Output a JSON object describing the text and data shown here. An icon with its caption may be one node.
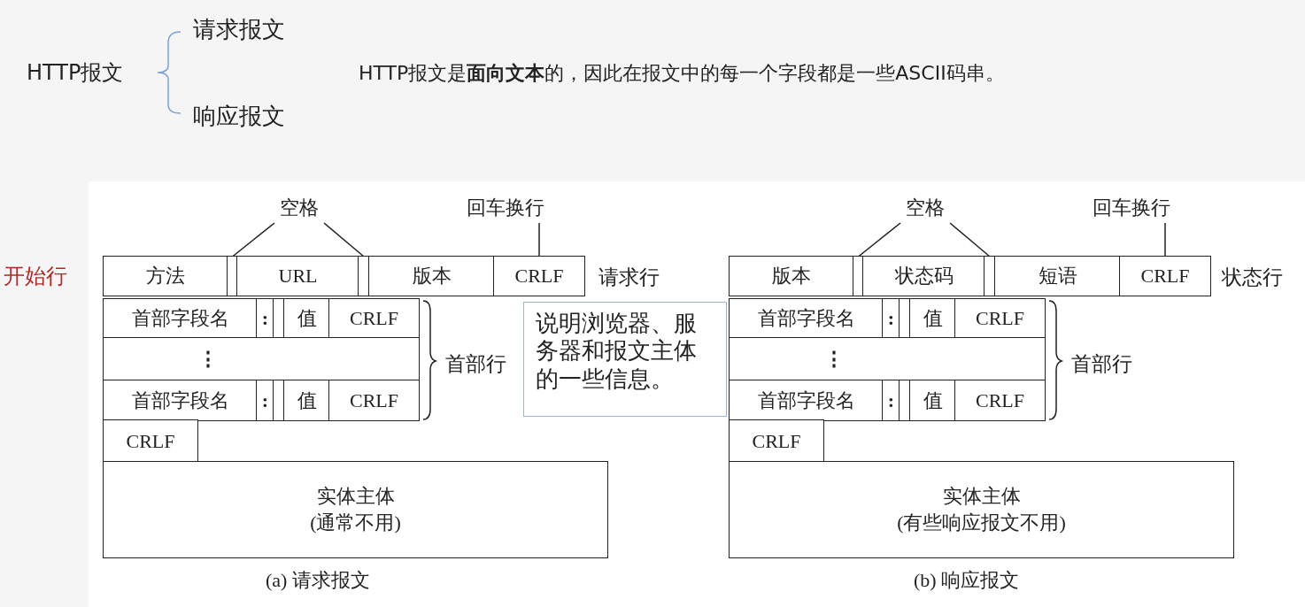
{
  "diagram": {
    "nodes": [
      {
        "text": [
          "空格"
        ]
      },
      {
        "text": [
          "回车换行"
        ]
      },
      {
        "text": [
          "方法"
        ]
      },
      {
        "text": [],
        "shape": "box"
      },
      {
        "text": [
          "URL"
        ]
      },
      {
        "text": [],
        "shape": "box"
      },
      {
        "text": [
          "版本"
        ]
      },
      {
        "text": [
          "CRLF"
        ]
      },
      {
        "text": [
          "首部字段名"
        ]
      },
      {
        "text": [
          ":"
        ]
      },
      {
        "text": [],
        "shape": "box"
      },
      {
        "text": [
          "值"
        ]
      },
      {
        "text": [
          "CRLF"
        ]
      },
      {
        "text": [
          "⋮"
        ]
      },
      {
        "text": [
          "首部字段名"
        ]
      },
      {
        "text": [
          ":"
        ]
      },
      {
        "text": [],
        "shape": "box"
      },
      {
        "text": [
          "值"
        ]
      },
      {
        "text": [
          "CRLF"
        ]
      },
      {
        "text": [
          "CRLF"
        ]
      },
      {
        "text": [
          "实体主体",
          "(通常不用)"
        ]
      },
      {
        "text": [
          "说明浏览器、服务器和报文主体的一些信息。"
        ]
      },
      {
        "text": [
          "空格"
        ]
      },
      {
        "text": [
          "回车换行"
        ]
      },
      {
        "text": [
          "版本"
        ]
      },
      {
        "text": [],
        "shape": "box"
      },
      {
        "text": [
          "状态码"
        ]
      },
      {
        "text": [],
        "shape": "box"
      },
      {
        "text": [
          "短语"
        ]
      },
      {
        "text": [
          "CRLF"
        ]
      },
      {
        "text": [
          "首部字段名"
        ]
      },
      {
        "text": [
          ":"
        ]
      },
      {
        "text": [],
        "shape": "box"
      },
      {
        "text": [
          "值"
        ]
      },
      {
        "text": [
          "CRLF"
        ]
      },
      {
        "text": [
          "⋮"
        ]
      },
      {
        "text": [
          "首部字段名"
        ]
      },
      {
        "text": [
          ":"
        ]
      },
      {
        "text": [],
        "shape": "box"
      },
      {
        "text": [
          "值"
        ]
      },
      {
        "text": [
          "CRLF"
        ]
      },
      {
        "text": [
          "CRLF"
        ]
      },
      {
        "text": [
          "实体主体",
          "(有些响应报文不用)"
        ]
      }
    ],
    "edges": [
      {
        "from": 0,
        "to": 3,
        "arrow": "none"
      },
      {
        "from": 0,
        "to": 5,
        "arrow": "none"
      },
      {
        "from": 1,
        "to": 7,
        "arrow": "none"
      },
      {
        "from": 22,
        "to": 25,
        "arrow": "none"
      },
      {
        "from": 22,
        "to": 27,
        "arrow": "none"
      },
      {
        "from": 23,
        "to": 29,
        "arrow": "none"
      }
    ],
    "labels": [
      "HTTP报文",
      "请求报文",
      "响应报文",
      "HTTP报文是**面向文本**的，因此在报文中的每一个字段都是一些ASCII码串。",
      "开始行",
      "请求行",
      "首部行",
      "状态行",
      "首部行",
      "(a) 请求报文",
      "(b) 响应报文"
    ]
  }
}
